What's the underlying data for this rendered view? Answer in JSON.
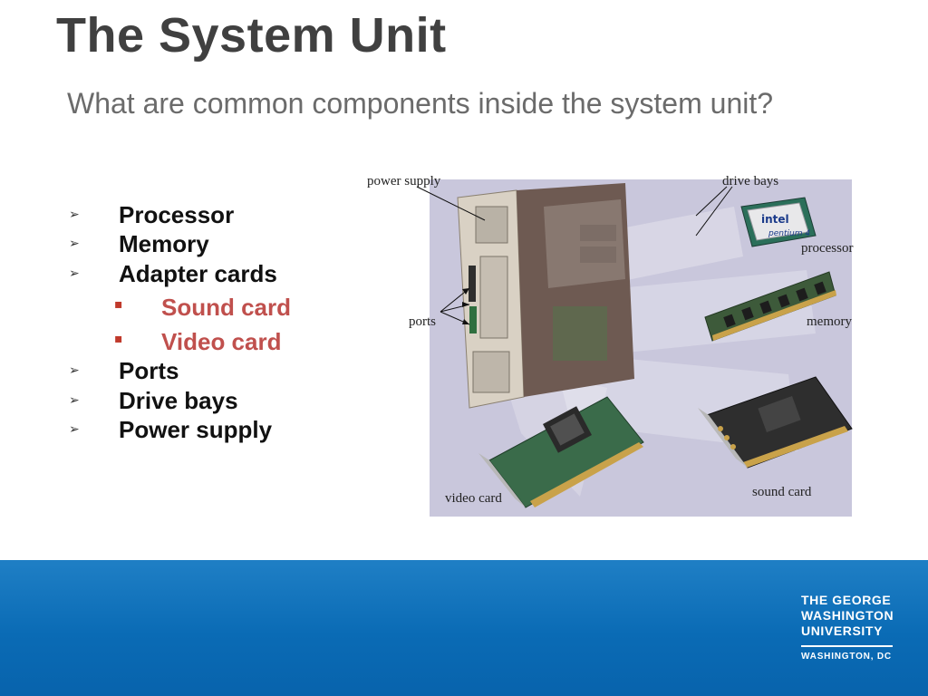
{
  "slide": {
    "title": "The System Unit",
    "subtitle": "What are common components inside the system unit?"
  },
  "bullets": [
    {
      "label": "Processor",
      "level": 1
    },
    {
      "label": "Memory",
      "level": 1
    },
    {
      "label": "Adapter cards",
      "level": 1
    },
    {
      "label": "Sound card",
      "level": 2
    },
    {
      "label": "Video card",
      "level": 2
    },
    {
      "label": "Ports",
      "level": 1
    },
    {
      "label": "Drive bays",
      "level": 1
    },
    {
      "label": "Power supply",
      "level": 1
    }
  ],
  "figure": {
    "labels": {
      "power_supply": "power supply",
      "drive_bays": "drive bays",
      "processor": "processor",
      "ports": "ports",
      "memory": "memory",
      "video_card": "video card",
      "sound_card": "sound card"
    },
    "chip_brand": "intel",
    "chip_model": "pentium 4"
  },
  "logo": {
    "line1": "THE GEORGE",
    "line2": "WASHINGTON",
    "line3": "UNIVERSITY",
    "city": "WASHINGTON, DC"
  },
  "markers": {
    "level1": "➢",
    "level2": "▪"
  },
  "colors": {
    "title": "#404040",
    "subtitle": "#6b6b6b",
    "sub_bullet": "#c0504d",
    "footer": "#0a6bb5",
    "photo_bg": "#c9c7dc"
  }
}
